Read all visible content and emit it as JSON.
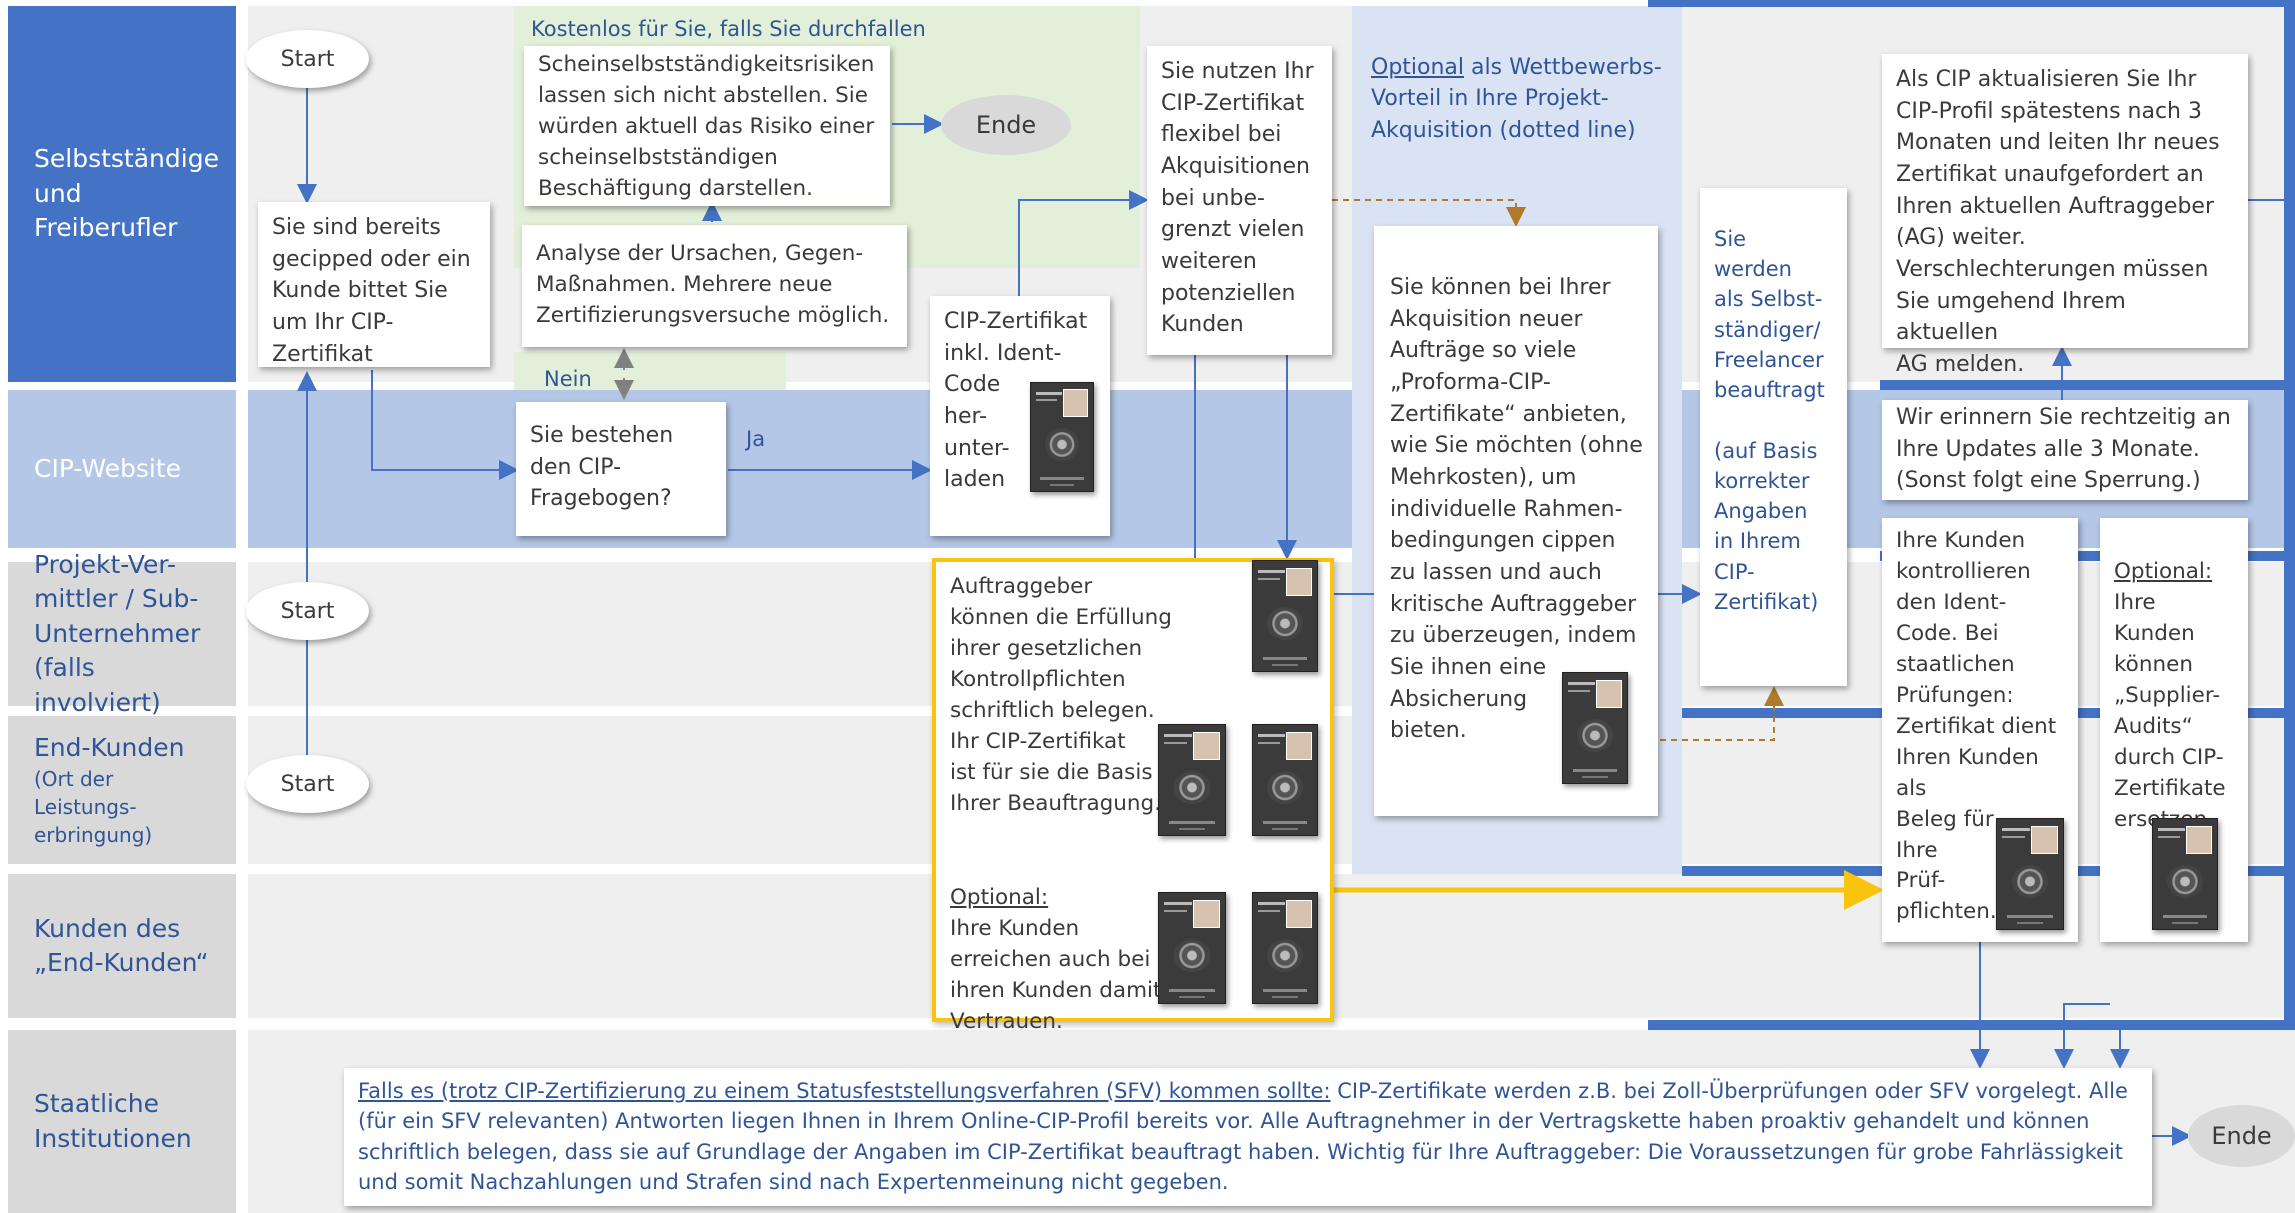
{
  "colors": {
    "lane_selbst": "#4472c4",
    "lane_cip": "#b4c7e7",
    "lane_grey": "#d9d9d9",
    "accent_blue": "#4472c4",
    "highlight_yellow": "#f9c40e",
    "green_area": "#e2f0d9",
    "optional_area": "#dae3f3",
    "dotted_arrow": "#b07a2a"
  },
  "lanes": [
    {
      "label": "Selbstständige\nund\nFreiberufler"
    },
    {
      "label": "CIP-Website"
    },
    {
      "label": "Projekt-Ver-\nmittler / Sub-\nUnternehmer\n(falls involviert)"
    },
    {
      "label_main": "End-Kunden",
      "label_sub": "(Ort der\nLeistungs-\nerbringung)"
    },
    {
      "label": "Kunden des\n„End-Kunden“"
    },
    {
      "label": "Staatliche\nInstitutionen"
    }
  ],
  "nodes": {
    "start_1": "Start",
    "start_2": "Start",
    "start_3": "Start",
    "ende_1": "Ende",
    "ende_2": "Ende",
    "gecipped": "Sie sind bereits\ngecipped oder ein\nKunde bittet Sie\num Ihr CIP-\nZertifikat",
    "kostenlos_label": "Kostenlos für Sie, falls Sie durchfallen",
    "risiken": "Scheinselbstständigkeitsrisiken\nlassen sich nicht abstellen. Sie\nwürden aktuell das Risiko einer\nscheinselbstständigen\nBeschäftigung darstellen.",
    "analyse": "Analyse der Ursachen, Gegen-\nMaßnahmen.  Mehrere neue\nZertifizierungsversuche möglich.",
    "nein_label": "Nein",
    "ja_label": "Ja",
    "fragebogen": "Sie bestehen\nden CIP-\nFragebogen?",
    "herunterladen": "CIP-Zertifikat\ninkl. Ident-\nCode\nher-\nunter-\nladen",
    "flexibel": "Sie nutzen Ihr\nCIP-Zertifikat\nflexibel bei\nAkquisitionen\nbei unbe-\ngrenzt vielen\nweiteren\npotenziellen\nKunden",
    "optional_word": "Optional",
    "optional_rest": " als Wettbewerbs-\nVorteil in Ihre Projekt-\nAkquisition (dotted line)",
    "proforma": "Sie können bei Ihrer\nAkquisition neuer\nAufträge so viele\n„Proforma-CIP-\nZertifikate“ anbieten,\nwie Sie möchten (ohne\nMehrkosten), um\nindividuelle Rahmen-\nbedingungen  cippen\nzu lassen und auch\nkritische Auftraggeber\nzu überzeugen, indem\nSie ihnen eine\nAbsicherung\nbieten.",
    "beauftragt": "Sie\nwerden\nals Selbst-\nständiger/\nFreelancer\nbeauftragt\n\n(auf Basis\nkorrekter\nAngaben\nin Ihrem\nCIP-\nZertifikat)",
    "aktualisieren": "Als CIP aktualisieren Sie Ihr\nCIP-Profil spätestens nach 3\nMonaten und leiten Ihr neues\nZertifikat unaufgefordert an\nIhren aktuellen Auftraggeber\n(AG) weiter.\nVerschlechterungen müssen\nSie umgehend Ihrem aktuellen\nAG melden.",
    "erinnern": "Wir erinnern Sie rechtzeitig an\nIhre Updates alle 3 Monate.\n(Sonst folgt eine Sperrung.)",
    "auftraggeber": "Auftraggeber\nkönnen die Erfüllung\nihrer gesetzlichen\nKontrollpflichten\nschriftlich belegen.\nIhr CIP-Zertifikat\nist für sie die Basis\nIhrer Beauftragung.",
    "optional2_word": "Optional:",
    "optional2_rest": "Ihre Kunden\nerreichen auch bei\nihren Kunden damit\nVertrauen.",
    "kontrollieren": "Ihre Kunden\nkontrollieren\nden Ident-\nCode. Bei\nstaatlichen\nPrüfungen:\nZertifikat dient\nIhren Kunden\nals\nBeleg für\nIhre\nPrüf-\npflichten.",
    "optional3_word": "Optional:",
    "optional3_rest": "Ihre\nKunden\nkönnen\n„Supplier-\nAudits“\ndurch CIP-\nZertifikate\nersetzen.",
    "sfv_underlined": "Falls es (trotz CIP-Zertifizierung zu einem Statusfeststellungsverfahren (SFV) kommen sollte:",
    "sfv_rest": " CIP-Zertifikate werden z.B. bei Zoll-Überprüfungen oder SFV vorgelegt. Alle (für ein SFV relevanten) Antworten liegen Ihnen in Ihrem Online-CIP-Profil bereits vor. Alle Auftragnehmer in der Vertragskette haben proaktiv gehandelt und können schriftlich belegen, dass sie auf Grundlage der Angaben im CIP-Zertifikat beauftragt haben. Wichtig für Ihre Auftraggeber: Die Voraussetzungen für grobe Fahrlässigkeit und somit Nachzahlungen und Strafen sind nach Expertenmeinung nicht gegeben."
  }
}
